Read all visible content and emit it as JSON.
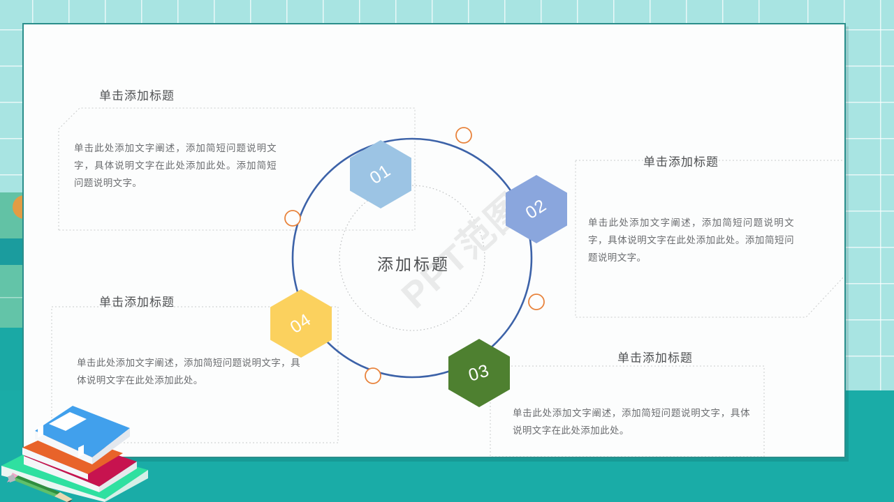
{
  "slide": {
    "center_label": "添加标题",
    "watermark": "PPT范图",
    "ring_color": "#3c62a8",
    "node_ring_color": "#e8833c",
    "card_border_color": "#2a8e8b",
    "background_color": "#1aaca7"
  },
  "nodes": [
    {
      "id": "01",
      "number": "01",
      "color": "#9cc4e4"
    },
    {
      "id": "02",
      "number": "02",
      "color": "#8aa6dd"
    },
    {
      "id": "03",
      "number": "03",
      "color": "#4e8030"
    },
    {
      "id": "04",
      "number": "04",
      "color": "#fbd15e"
    }
  ],
  "callouts": [
    {
      "key": "top_left",
      "title": "单击添加标题",
      "body": "单击此处添加文字阐述，添加简短问题说明文字，具体说明文字在此处添加此处。添加简短问题说明文字。"
    },
    {
      "key": "top_right",
      "title": "单击添加标题",
      "body": "单击此处添加文字阐述，添加简短问题说明文字，具体说明文字在此处添加此处。添加简短问题说明文字。"
    },
    {
      "key": "bottom_left",
      "title": "单击添加标题",
      "body": "单击此处添加文字阐述，添加简短问题说明文字，具体说明文字在此处添加此处。"
    },
    {
      "key": "bottom_right",
      "title": "单击添加标题",
      "body": "单击此处添加文字阐述，添加简短问题说明文字，具体说明文字在此处添加此处。"
    }
  ],
  "decoration": {
    "books_label": "books-stack",
    "pencil_label": "pencil"
  }
}
